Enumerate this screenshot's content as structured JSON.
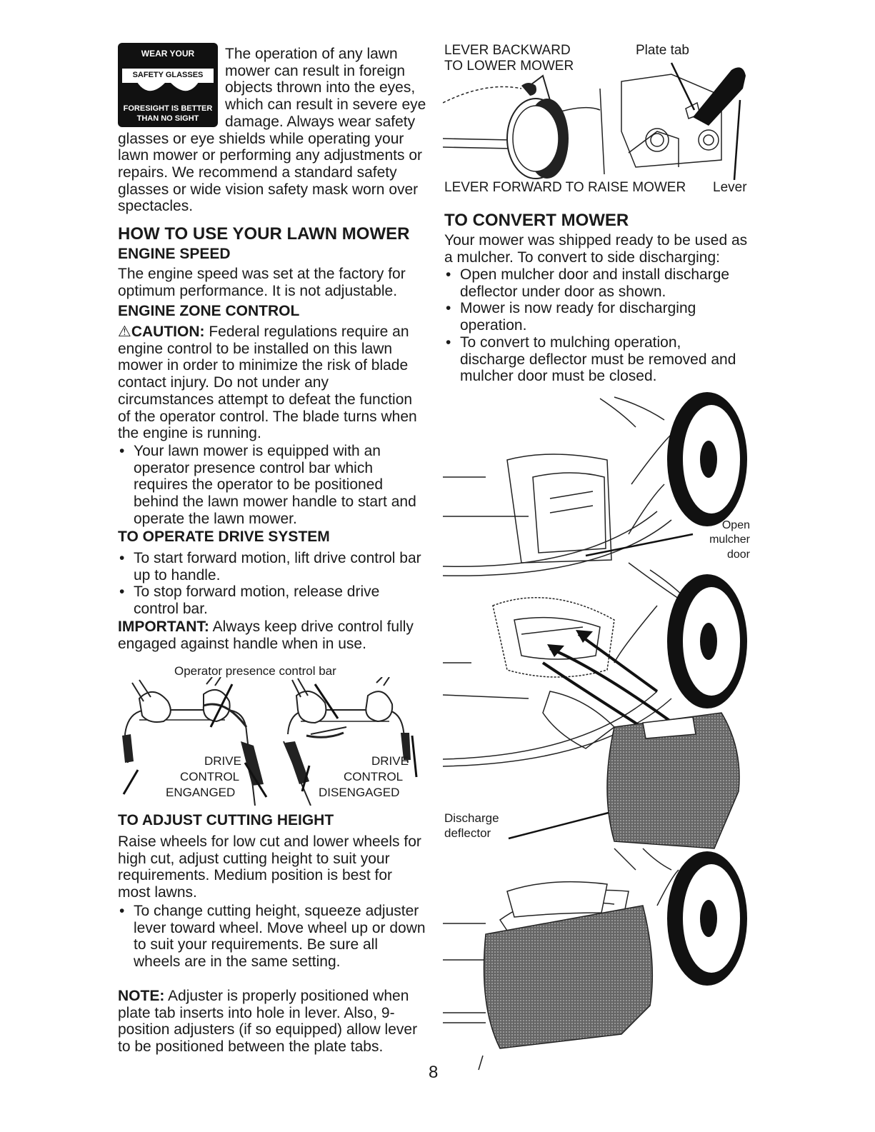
{
  "page_number": "8",
  "safety_badge": {
    "line1": "WEAR YOUR",
    "line2": "SAFETY GLASSES",
    "line3": "FORESIGHT IS BETTER",
    "line4": "THAN NO SIGHT"
  },
  "intro": {
    "text": "The operation of any lawn mower can result in foreign objects thrown into the eyes, which can result in severe eye damage. Always wear safety glasses or eye shields while operating your lawn mower or performing any adjustments or repairs. We recommend a standard safety glasses or wide vision safety mask worn over spectacles."
  },
  "how_to_use": {
    "title": "HOW TO USE YOUR LAWN MOWER",
    "engine_speed": {
      "heading": "ENGINE SPEED",
      "text": "The engine speed was set at the factory for optimum performance. It is not adjustable."
    },
    "engine_zone": {
      "heading": "ENGINE ZONE CONTROL",
      "caution_label": "CAUTION:",
      "caution_text": "Federal regulations require an engine control to be installed on this lawn mower in order to minimize the risk of blade contact injury. Do not under any circumstances attempt to defeat the function of the operator control. The blade turns when the engine is running.",
      "bullet": "Your lawn mower is equipped with an operator presence control bar which requires the operator to be positioned behind the lawn mower handle to start and operate the lawn mower."
    },
    "drive_system": {
      "heading": "TO OPERATE DRIVE SYSTEM",
      "bullets": [
        "To start forward motion, lift drive control bar up to handle.",
        "To stop forward motion, release drive control bar."
      ],
      "important_label": "IMPORTANT:",
      "important_text": "Always keep drive control fully engaged against handle when in use."
    },
    "figure_labels": {
      "top": "Operator presence control bar",
      "left_1": "DRIVE",
      "left_2": "CONTROL",
      "left_3": "ENGANGED",
      "right_1": "DRIVE",
      "right_2": "CONTROL",
      "right_3": "DISENGAGED"
    }
  },
  "cutting_height": {
    "heading": "TO ADJUST CUTTING HEIGHT",
    "text": "Raise wheels for low cut and lower wheels for high cut, adjust cutting height to suit your requirements. Medium position is best for most lawns.",
    "bullet": "To change cutting height, squeeze adjuster lever toward wheel. Move wheel up or down to suit your requirements. Be sure all wheels are in the same setting.",
    "note_label": "NOTE:",
    "note_text": "Adjuster is properly positioned when plate tab inserts into hole in lever. Also, 9-position adjusters (if so equipped) allow lever to be positioned between the plate tabs."
  },
  "lever_figure": {
    "label_backward_1": "LEVER BACKWARD",
    "label_backward_2": "TO LOWER MOWER",
    "label_plate_tab": "Plate tab",
    "label_forward": "LEVER FORWARD TO RAISE MOWER",
    "label_lever": "Lever"
  },
  "convert": {
    "heading": "TO CONVERT MOWER",
    "text": "Your mower was shipped ready to be used as a mulcher. To convert to side discharging:",
    "bullets": [
      "Open mulcher door and install discharge deflector under door as shown.",
      "Mower is now ready for discharging operation.",
      "To convert to mulching operation, discharge deflector must be removed and mulcher door must be closed."
    ],
    "label_open_1": "Open",
    "label_open_2": "mulcher",
    "label_open_3": "door",
    "label_discharge_1": "Discharge",
    "label_discharge_2": "deflector"
  }
}
